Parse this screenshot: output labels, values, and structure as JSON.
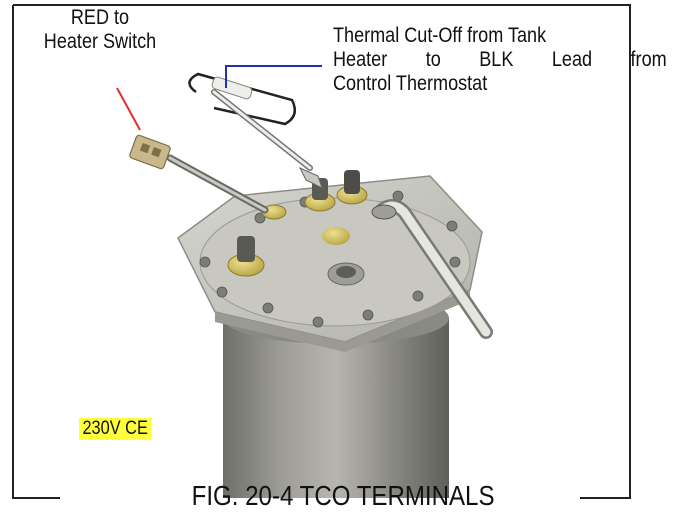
{
  "labels": {
    "red_line1": "RED to",
    "red_line2": "Heater Switch",
    "tco_line1": "Thermal Cut-Off from Tank",
    "tco_line2_words": [
      "Heater",
      "to",
      "BLK",
      "Lead",
      "from"
    ],
    "tco_line3": "Control Thermostat",
    "voltage_badge": "230V CE",
    "caption": "FIG. 20-4 TCO TERMINALS"
  },
  "colors": {
    "red_leader": "#e03030",
    "blue_leader": "#2233aa",
    "badge_highlight": "#ffff3b",
    "terminal_brass": "#d8c35a",
    "tank_body": "#8d8d86"
  }
}
